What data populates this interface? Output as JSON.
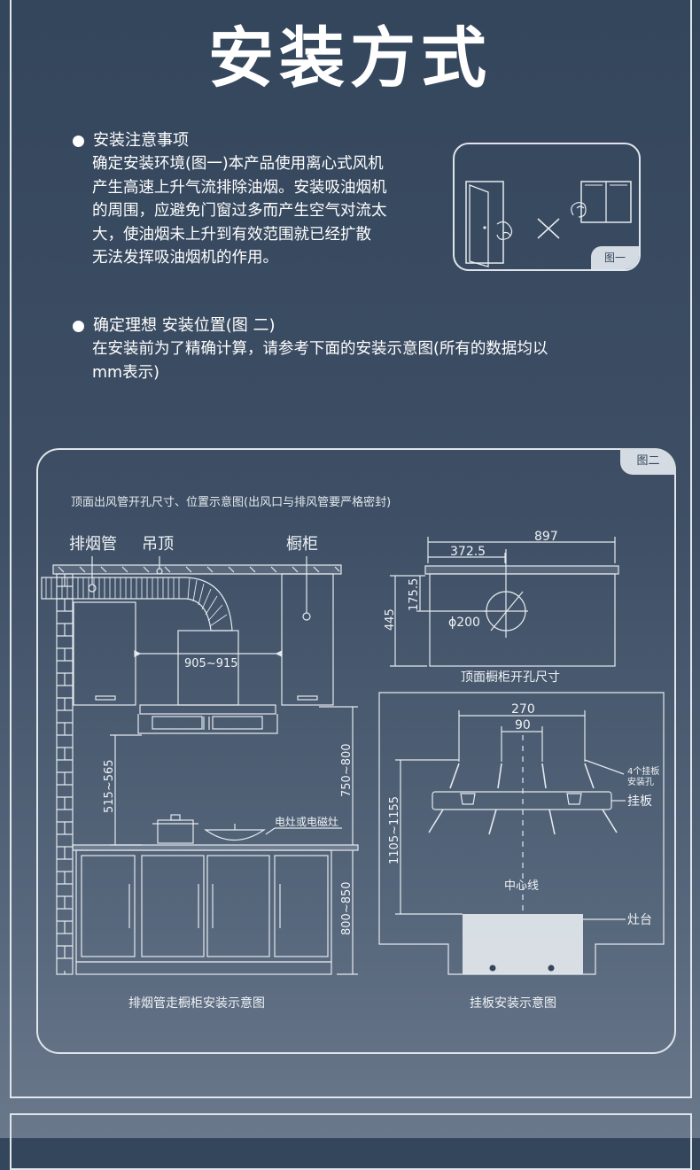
{
  "title": "安装方式",
  "section1": {
    "heading": "安装注意事项",
    "lines": [
      "确定安装环境(图一)本产品使用离心式风机",
      "产生高速上升气流排除油烟。安装吸油烟机",
      "的周围，应避免门窗过多而产生空气对流太",
      "大，使油烟未上升到有效范围就已经扩散",
      "无法发挥吸油烟机的作用。"
    ],
    "figure_label": "图一"
  },
  "section2": {
    "heading": "确定理想 安装位置(图 二)",
    "lines": [
      "在安装前为了精确计算，请参考下面的安装示意图(所有的数据均以",
      "mm表示)"
    ]
  },
  "figure2": {
    "label": "图二",
    "note": "顶面出风管开孔尺寸、位置示意图(出风口与排风管要严格密封)",
    "left": {
      "label_exhaust": "排烟管",
      "label_ceiling": "吊顶",
      "label_cabinet": "橱柜",
      "dim_hood_width": "905~915",
      "dim_hood_height": "515~565",
      "dim_hood_to_counter": "750~800",
      "dim_counter_height": "800~850",
      "label_stove": "电灶或电磁灶",
      "caption": "排烟管走橱柜安装示意图"
    },
    "top_right": {
      "dim_total": "897",
      "dim_offset": "372.5",
      "dim_vertical": "175.5",
      "dim_depth": "445",
      "dim_hole": "ϕ200",
      "caption": "顶面橱柜开孔尺寸"
    },
    "bottom_right": {
      "dim_outer": "270",
      "dim_inner": "90",
      "label_holes_1": "4个挂板",
      "label_holes_2": "安装孔",
      "label_plate": "挂板",
      "dim_height": "1105~1155",
      "label_centerline": "中心线",
      "label_counter": "灶台",
      "caption": "挂板安装示意图"
    }
  }
}
